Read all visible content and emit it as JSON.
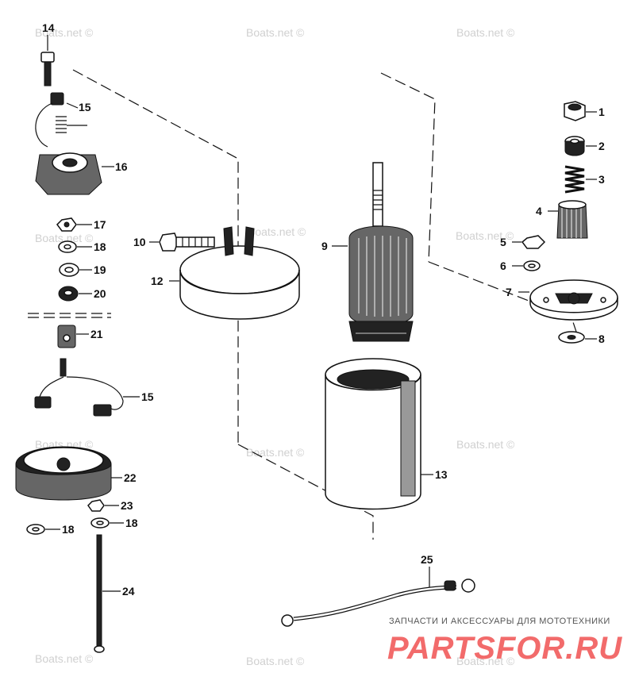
{
  "watermark_text": "Boats.net ©",
  "brand": {
    "tagline": "ЗАПЧАСТИ И АКСЕССУАРЫ ДЛЯ МОТОТЕХНИКИ",
    "name": "PARTSFOR.RU",
    "color": "#f26b6b"
  },
  "callouts": {
    "c1": "1",
    "c2": "2",
    "c3": "3",
    "c4": "4",
    "c5": "5",
    "c6": "6",
    "c7": "7",
    "c8": "8",
    "c9": "9",
    "c10": "10",
    "c12": "12",
    "c13": "13",
    "c14": "14",
    "c15a": "15",
    "c15b": "15",
    "c16": "16",
    "c17": "17",
    "c18a": "18",
    "c18b": "18",
    "c18c": "18",
    "c19": "19",
    "c20": "20",
    "c21": "21",
    "c22": "22",
    "c23": "23",
    "c24": "24",
    "c25": "25"
  }
}
